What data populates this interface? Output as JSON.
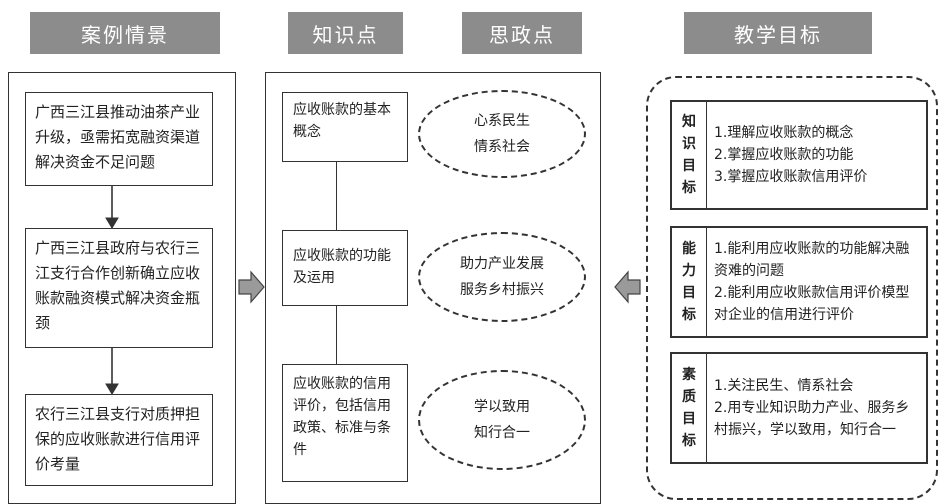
{
  "headers": {
    "cases": "案例情景",
    "knowledge": "知识点",
    "ideology": "思政点",
    "goals": "教学目标"
  },
  "cases": [
    "广西三江县推动油茶产业升级，亟需拓宽融资渠道解决资金不足问题",
    "广西三江县政府与农行三江支行合作创新确立应收账款融资模式解决资金瓶颈",
    "农行三江县支行对质押担保的应收账款进行信用评价考量"
  ],
  "knowledge": [
    "应收账款的基本概念",
    "应收账款的功能及运用",
    "应收账款的信用评价，包括信用政策、标准与条件"
  ],
  "ideology": [
    {
      "line1": "心系民生",
      "line2": "情系社会"
    },
    {
      "line1": "助力产业发展",
      "line2": "服务乡村振兴"
    },
    {
      "line1": "学以致用",
      "line2": "知行合一"
    }
  ],
  "goals": [
    {
      "label": [
        "知",
        "识",
        "目",
        "标"
      ],
      "items": [
        "1.理解应收账款的概念",
        "2.掌握应收账款的功能",
        "3.掌握应收账款信用评价"
      ]
    },
    {
      "label": [
        "能",
        "力",
        "目",
        "标"
      ],
      "items": [
        "1.能利用应收账款的功能解决融资难的问题",
        "2.能利用应收账款信用评价模型对企业的信用进行评价"
      ]
    },
    {
      "label": [
        "素",
        "质",
        "目",
        "标"
      ],
      "items": [
        "1.关注民生、情系社会",
        "2.用专业知识助力产业、服务乡村振兴，学以致用，知行合一"
      ]
    }
  ]
}
